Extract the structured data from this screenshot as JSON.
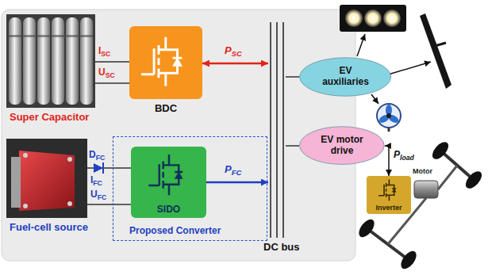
{
  "diagram": {
    "nodes": [
      {
        "text": [
          "Super Capacitor"
        ]
      },
      {
        "text": [
          "BDC"
        ]
      },
      {
        "text": [
          "Fuel-cell source"
        ]
      },
      {
        "text": [
          "Proposed Converter"
        ]
      },
      {
        "text": [
          "SIDO"
        ],
        "in": 3
      },
      {
        "text": [
          "DC bus"
        ]
      },
      {
        "text": [
          "EV auxiliaries"
        ]
      },
      {
        "text": [
          "EV motor drive"
        ]
      },
      {
        "text": [
          "Inverter"
        ]
      }
    ],
    "edges": [
      {
        "from": 0,
        "to": 1,
        "arrow": "none"
      },
      {
        "from": 1,
        "to": 5,
        "label": "PSC",
        "arrow": "both"
      },
      {
        "from": 2,
        "to": 4,
        "arrow": "none"
      },
      {
        "from": 4,
        "to": 5,
        "label": "PFC",
        "arrow": "to"
      },
      {
        "from": 5,
        "to": 6,
        "arrow": "none"
      },
      {
        "from": 5,
        "to": 7,
        "arrow": "none"
      },
      {
        "from": 7,
        "to": 8,
        "label": "Pload",
        "arrow": "both"
      }
    ],
    "labels": [
      "ISC",
      "USC",
      "DFC",
      "IFC",
      "UFC",
      "Motor"
    ]
  }
}
